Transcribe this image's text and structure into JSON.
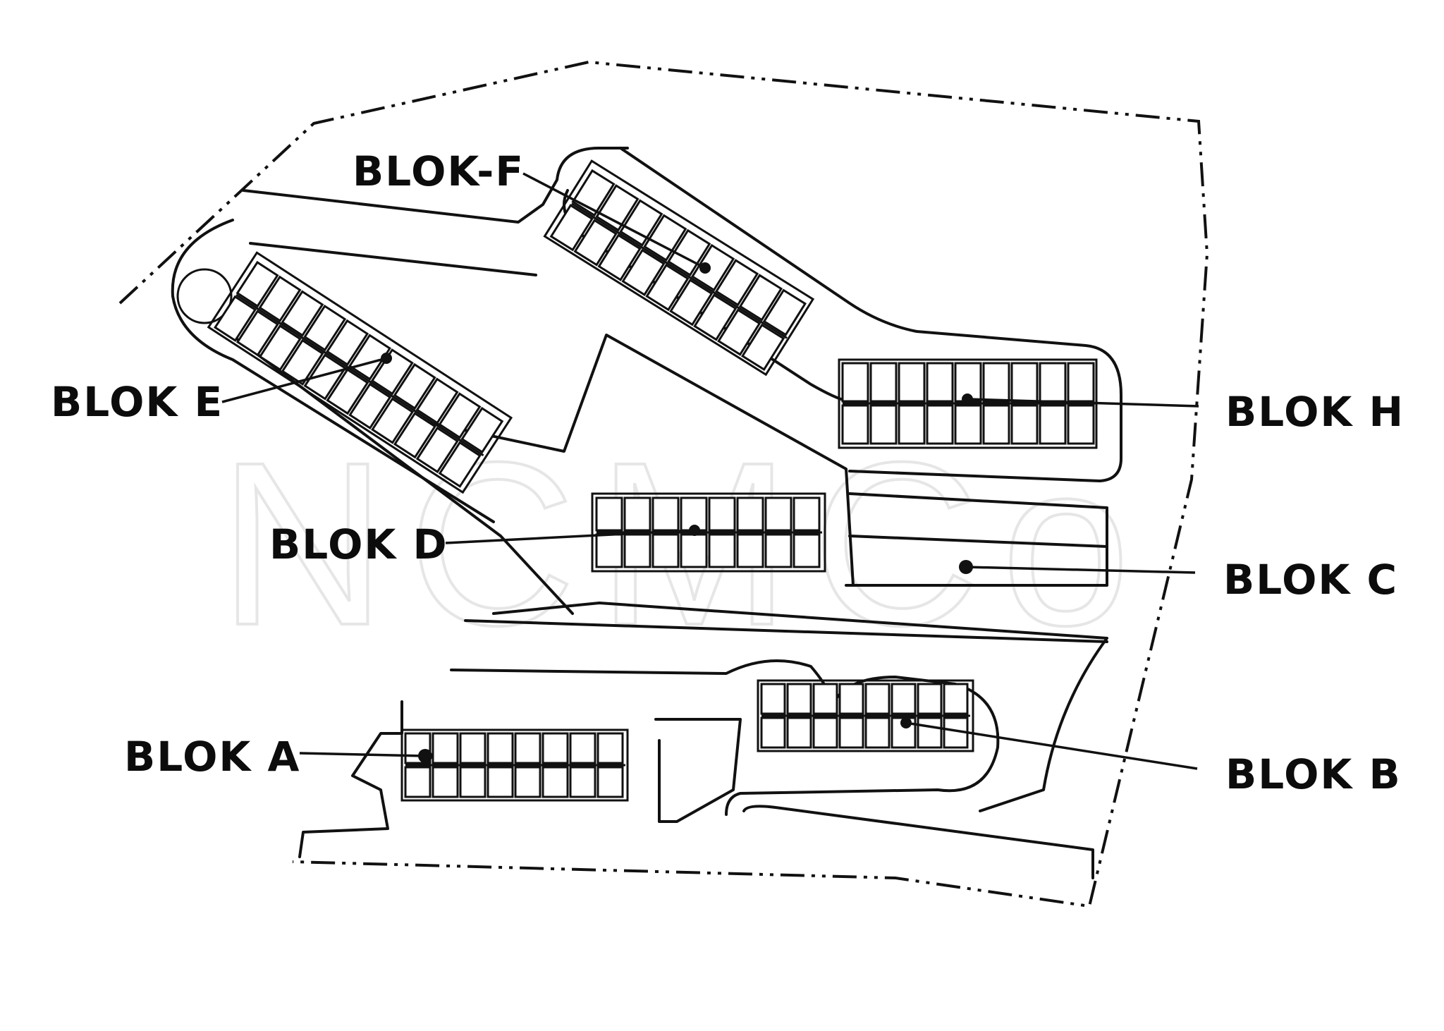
{
  "watermark": "NCMCo",
  "blocks": {
    "a": {
      "label": "BLOK A"
    },
    "b": {
      "label": "BLOK B"
    },
    "c": {
      "label": "BLOK C"
    },
    "d": {
      "label": "BLOK D"
    },
    "e": {
      "label": "BLOK E"
    },
    "f": {
      "label": "BLOK-F"
    },
    "h": {
      "label": "BLOK H"
    }
  }
}
